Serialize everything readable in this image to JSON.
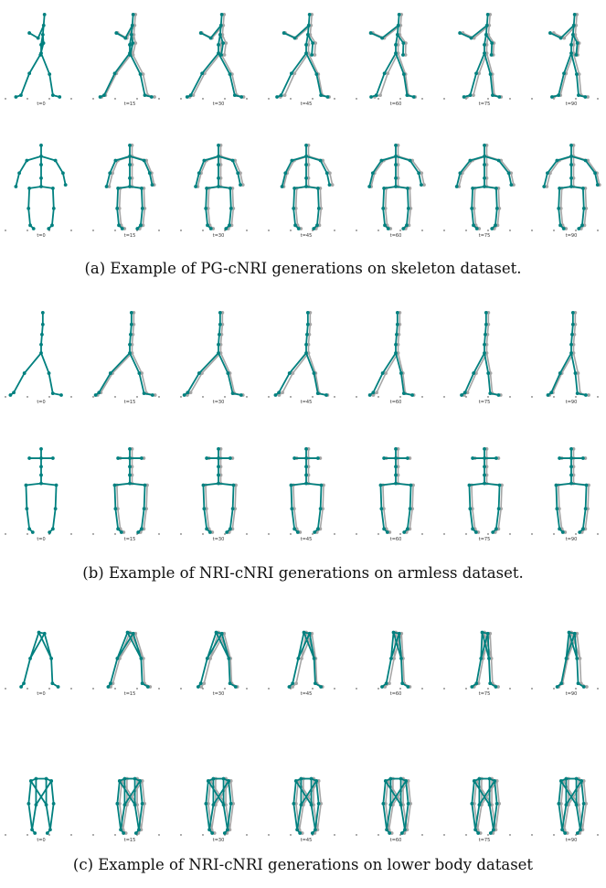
{
  "colors": {
    "generated": "#00807f",
    "ground_truth": "#a6a6a6",
    "ground_dots": "#333333"
  },
  "figure": {
    "panels": [
      {
        "id": "a",
        "caption": "(a) Example of PG-cNRI generations on skeleton dataset.",
        "rows": [
          {
            "view": "side",
            "type": "full",
            "labels": [
              "t=0",
              "t=15",
              "t=30",
              "t=45",
              "t=60",
              "t=75",
              "t=90"
            ]
          },
          {
            "view": "front",
            "type": "full",
            "labels": [
              "t=0",
              "t=15",
              "t=30",
              "t=45",
              "t=60",
              "t=75",
              "t=90"
            ]
          }
        ]
      },
      {
        "id": "b",
        "caption": "(b) Example of NRI-cNRI generations on armless dataset.",
        "rows": [
          {
            "view": "side",
            "type": "armless",
            "labels": [
              "t=0",
              "t=15",
              "t=30",
              "t=45",
              "t=60",
              "t=75",
              "t=90"
            ]
          },
          {
            "view": "front",
            "type": "armless",
            "labels": [
              "t=0",
              "t=15",
              "t=30",
              "t=45",
              "t=60",
              "t=75",
              "t=90"
            ]
          }
        ]
      },
      {
        "id": "c",
        "caption": "(c) Example of NRI-cNRI generations on lower body dataset",
        "rows": [
          {
            "view": "side",
            "type": "lower",
            "labels": [
              "t=0",
              "t=15",
              "t=30",
              "t=45",
              "t=60",
              "t=75",
              "t=90"
            ]
          },
          {
            "view": "front",
            "type": "lower",
            "labels": [
              "t=0",
              "t=15",
              "t=30",
              "t=45",
              "t=60",
              "t=75",
              "t=90"
            ]
          }
        ]
      }
    ]
  }
}
